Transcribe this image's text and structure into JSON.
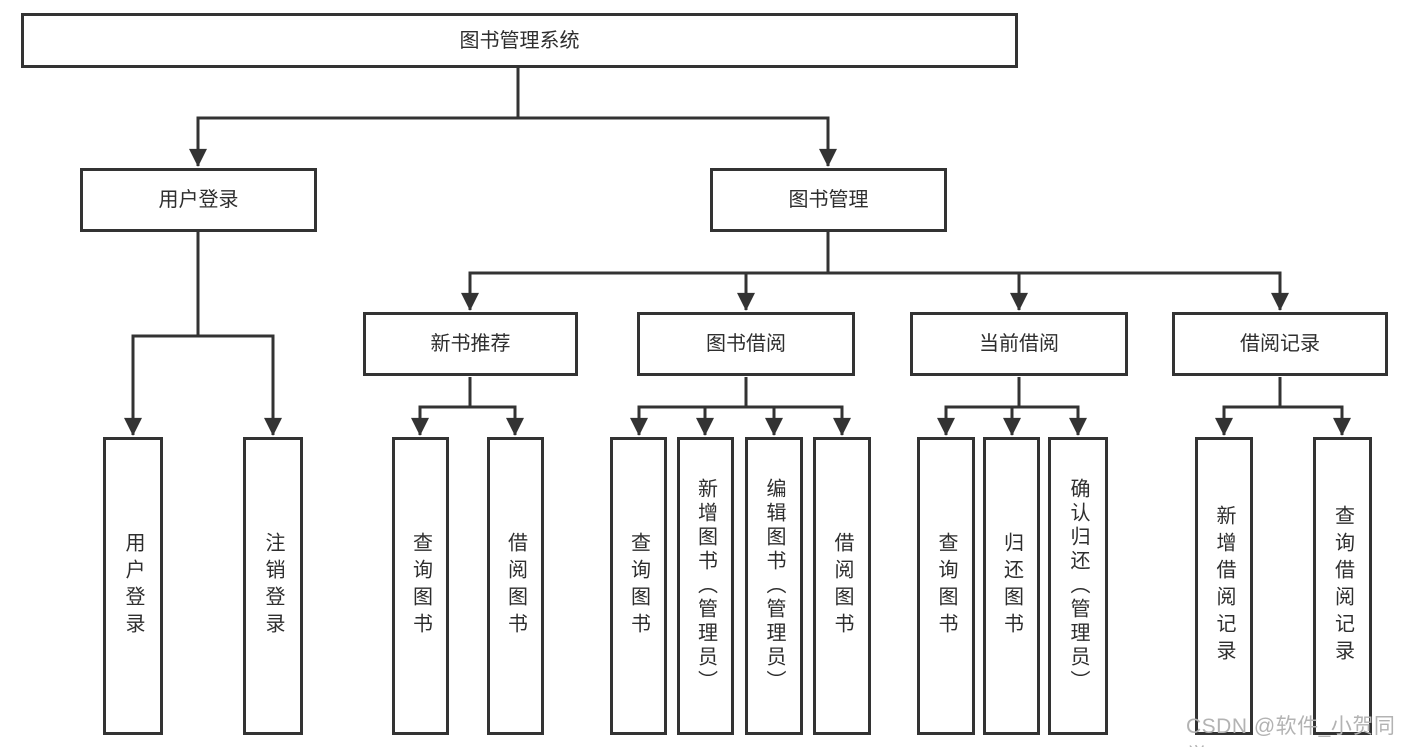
{
  "diagram": {
    "root": {
      "label": "图书管理系统"
    },
    "branches": [
      {
        "label": "用户登录",
        "children": [
          {
            "label": "用户登录"
          },
          {
            "label": "注销登录"
          }
        ]
      },
      {
        "label": "图书管理",
        "children": [
          {
            "label": "新书推荐",
            "children": [
              {
                "label": "查询图书"
              },
              {
                "label": "借阅图书"
              }
            ]
          },
          {
            "label": "图书借阅",
            "children": [
              {
                "label": "查询图书"
              },
              {
                "label": "新增图书（管理员）"
              },
              {
                "label": "编辑图书（管理员）"
              },
              {
                "label": "借阅图书"
              }
            ]
          },
          {
            "label": "当前借阅",
            "children": [
              {
                "label": "查询图书"
              },
              {
                "label": "归还图书"
              },
              {
                "label": "确认归还（管理员）"
              }
            ]
          },
          {
            "label": "借阅记录",
            "children": [
              {
                "label": "新增借阅记录"
              },
              {
                "label": "查询借阅记录"
              }
            ]
          }
        ]
      }
    ],
    "watermark": "CSDN @软件_小贺同学",
    "colors": {
      "line": "#333333",
      "box_border": "#333333",
      "text": "#2e2e2e",
      "watermark": "#b3b3b3",
      "background": "#ffffff"
    }
  }
}
